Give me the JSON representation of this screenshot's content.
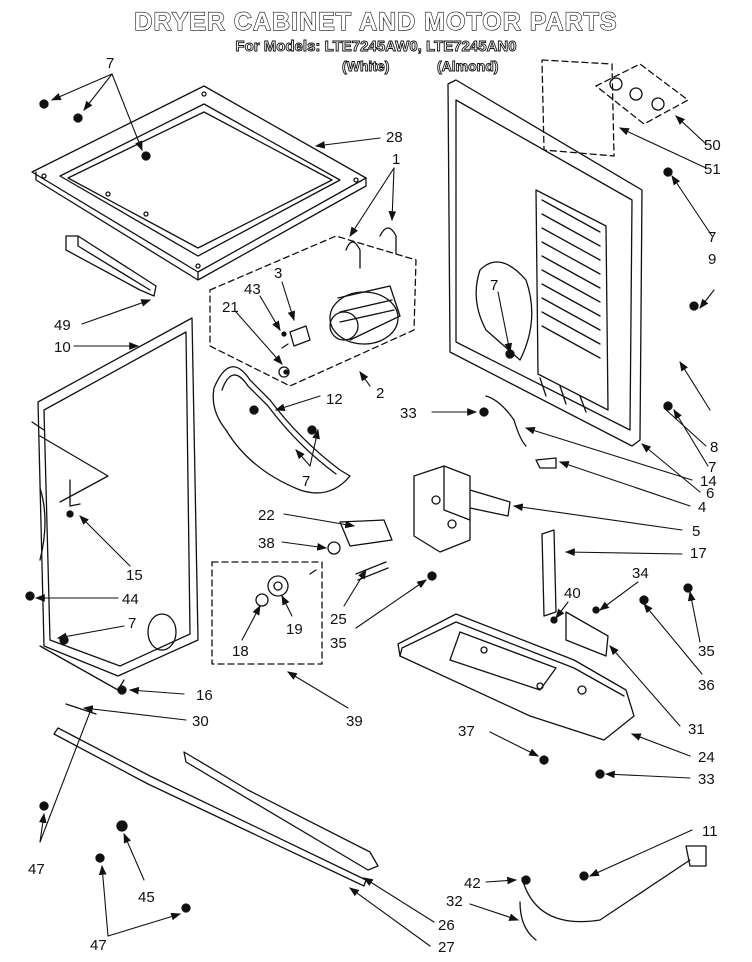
{
  "header": {
    "title": "DRYER CABINET AND MOTOR PARTS",
    "models": "For Models: LTE7245AW0, LTE7245AN0",
    "variant_white": "(White)",
    "variant_almond": "(Almond)"
  },
  "callouts": [
    "7",
    "28",
    "1",
    "3",
    "43",
    "21",
    "2",
    "12",
    "33",
    "7",
    "49",
    "10",
    "15",
    "44",
    "7",
    "16",
    "30",
    "22",
    "38",
    "18",
    "19",
    "25",
    "35",
    "39",
    "47",
    "45",
    "47",
    "26",
    "27",
    "42",
    "32",
    "37",
    "24",
    "33",
    "11",
    "40",
    "34",
    "35",
    "36",
    "31",
    "17",
    "5",
    "4",
    "14",
    "6",
    "7",
    "8",
    "9",
    "7",
    "51",
    "50",
    "7"
  ]
}
